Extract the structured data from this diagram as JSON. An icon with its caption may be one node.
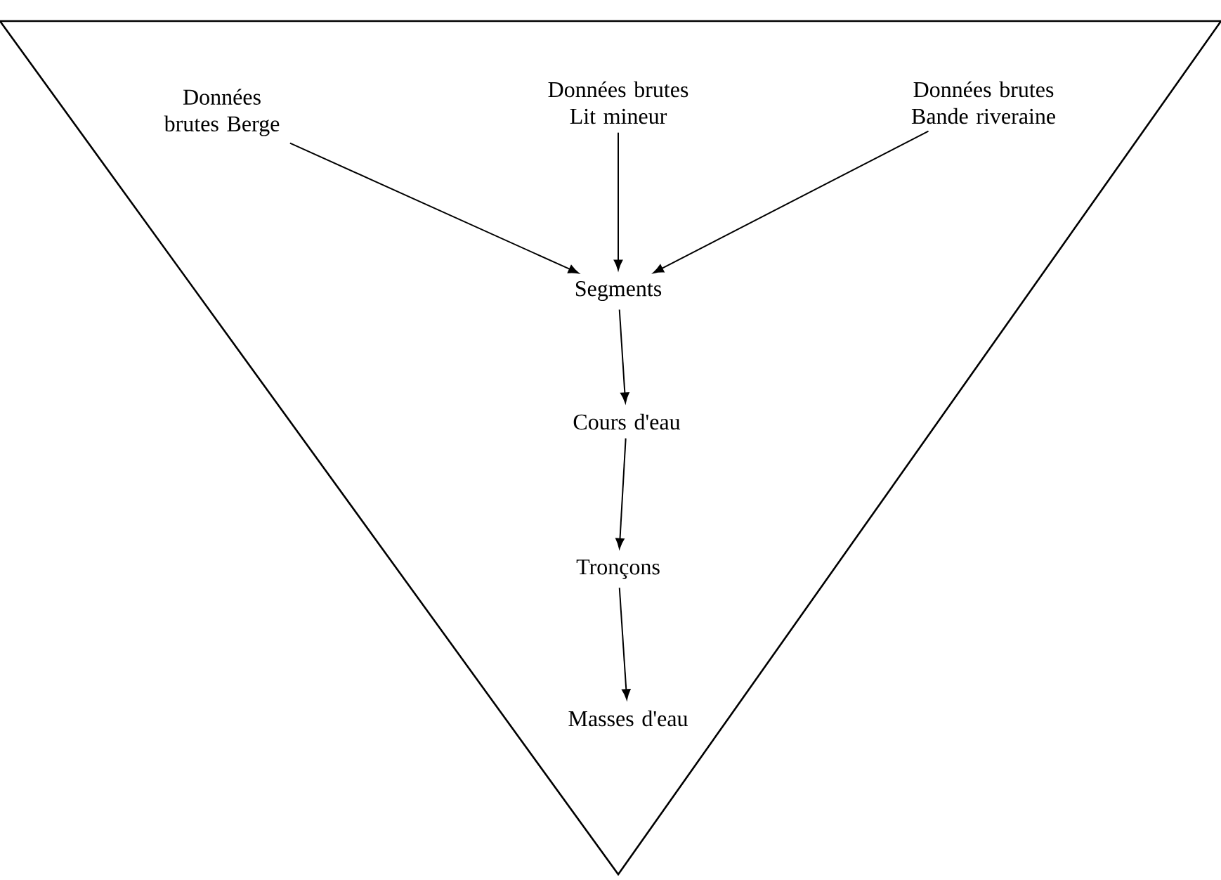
{
  "diagram": {
    "nodes": [
      {
        "text": [
          "Données brutes Berge"
        ]
      },
      {
        "text": [
          "Données brutes Lit mineur"
        ]
      },
      {
        "text": [
          "Données brutes Bande riveraine"
        ]
      },
      {
        "text": [
          "Segments"
        ]
      },
      {
        "text": [
          "Cours d'eau"
        ]
      },
      {
        "text": [
          "Tronçons"
        ]
      },
      {
        "text": [
          "Masses d'eau"
        ]
      }
    ],
    "edges": [
      {
        "from": 0,
        "to": 3,
        "arrow": "to"
      },
      {
        "from": 1,
        "to": 3,
        "arrow": "to"
      },
      {
        "from": 2,
        "to": 3,
        "arrow": "to"
      },
      {
        "from": 3,
        "to": 4,
        "arrow": "to"
      },
      {
        "from": 4,
        "to": 5,
        "arrow": "to"
      },
      {
        "from": 5,
        "to": 6,
        "arrow": "to"
      }
    ]
  }
}
